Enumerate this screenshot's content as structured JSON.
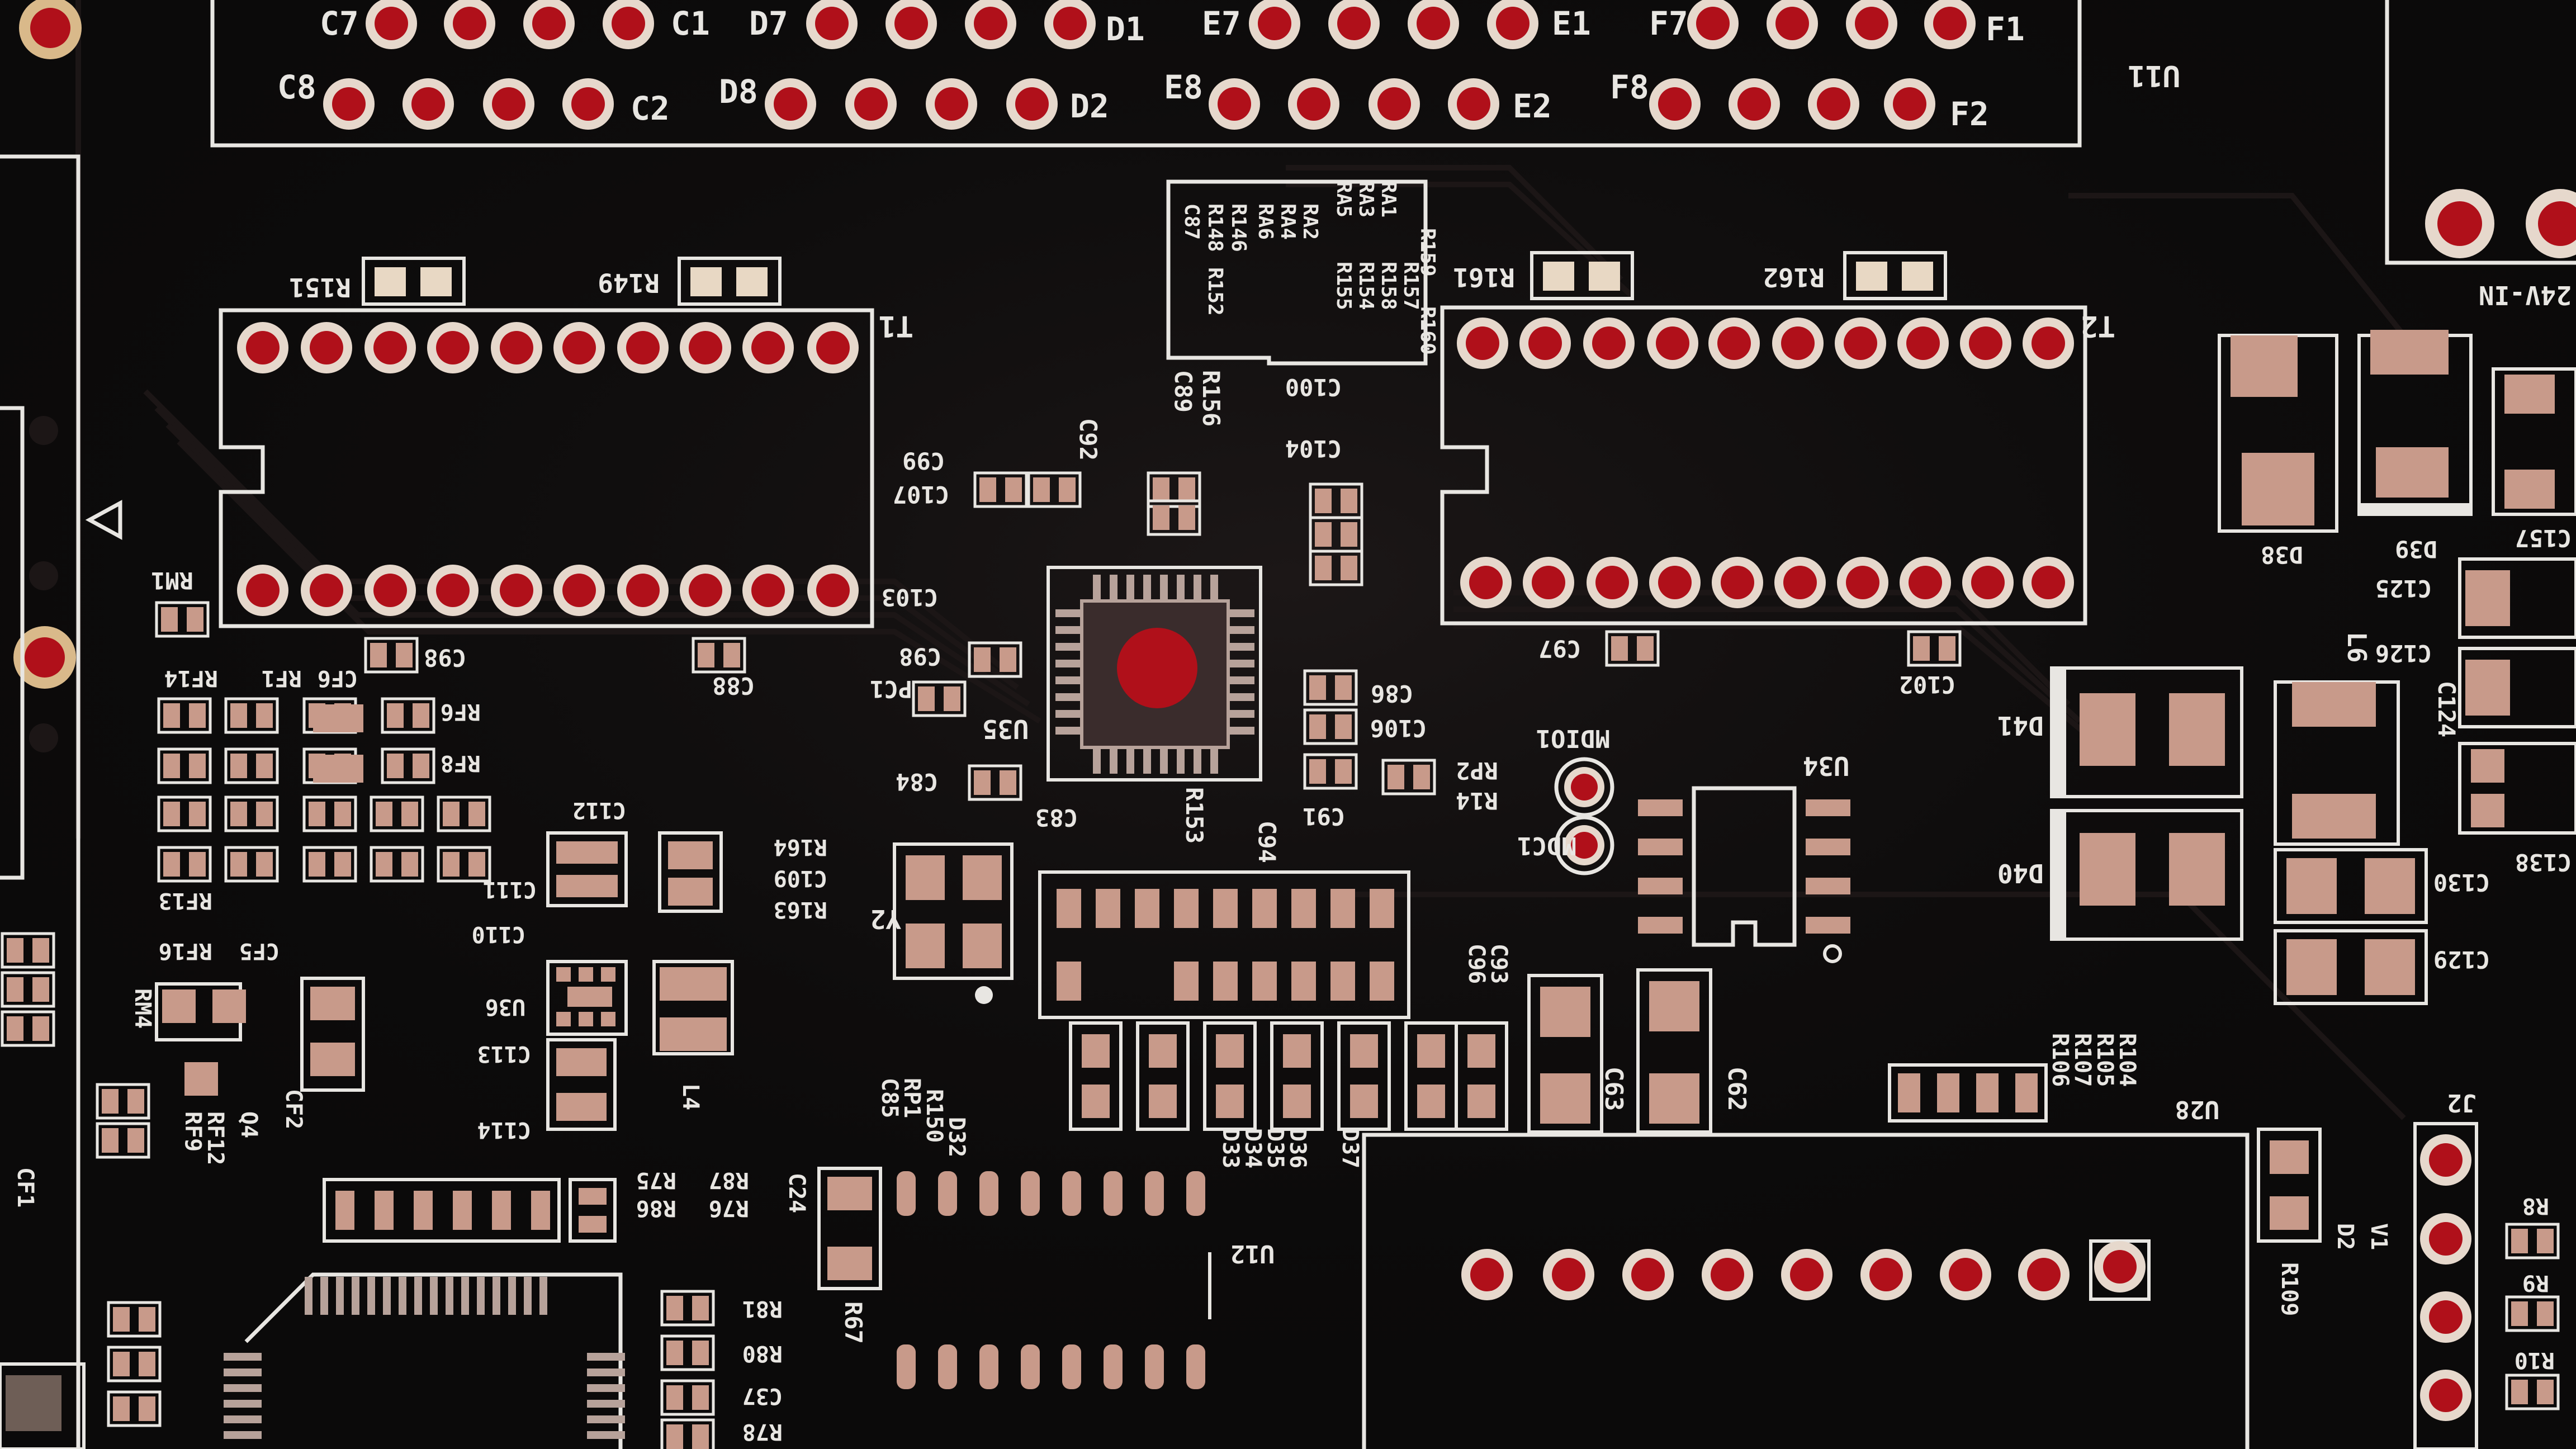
{
  "image": {
    "subject": "printed-circuit-board",
    "solder_mask_color": "#0b0a0a",
    "silkscreen_color": "#e8e6e2",
    "pad_color": "#c89a8a",
    "drill_color": "#b0101a"
  },
  "header_labels": {
    "c7": "C7",
    "c1": "C1",
    "d7": "D7",
    "d1": "D1",
    "e7": "E7",
    "e1": "E1",
    "f7": "F7",
    "f1": "F1",
    "c8": "C8",
    "c2": "C2",
    "d8": "D8",
    "d2": "D2",
    "e8": "E8",
    "e2": "E2",
    "f8": "F8",
    "f2": "F2"
  },
  "component_labels": {
    "t1": "T1",
    "t2": "T2",
    "r151": "R151",
    "r149": "R149",
    "r161": "R161",
    "r162": "R162",
    "c98_left": "C98",
    "c88": "C88",
    "c97": "C97",
    "c102": "C102",
    "u35": "U35",
    "u34": "U34",
    "u36": "U36",
    "u12": "U12",
    "y2": "Y2",
    "l4": "L4",
    "l6": "L6",
    "d38": "D38",
    "d39": "D39",
    "d40": "D40",
    "d41": "D41",
    "c62": "C62",
    "c63": "C63",
    "c125": "C125",
    "c126": "C126",
    "c129": "C129",
    "c130": "C130",
    "mdio1": "MDIO1",
    "mdc1": "MDC1",
    "rp1": "RP1",
    "rp2": "RP2",
    "r14": "R14",
    "pc1": "PC1",
    "j2": "J2",
    "v1": "V1",
    "d2": "D2",
    "r109": "R109",
    "u28": "U28",
    "r67": "R67",
    "r8": "R8",
    "r9": "R9",
    "r10": "R10",
    "rm1": "RM1",
    "rf6": "RF6",
    "rf8": "RF8",
    "c110": "C110",
    "c113": "C113",
    "c114": "C114",
    "r164": "R164",
    "r163": "R163",
    "c109": "C109",
    "c112": "C112",
    "cf2": "CF2",
    "r153": "R153",
    "c94": "C94",
    "c91": "C91",
    "c86": "C86",
    "c106": "C106",
    "c84": "C84",
    "c83": "C83",
    "c92": "C92",
    "c99": "C99",
    "c107": "C107",
    "c103": "C103",
    "r156": "R156",
    "c89": "C89",
    "r152": "R152",
    "c87": "C87",
    "c100": "C100",
    "c104": "C104",
    "c93": "C93",
    "c96": "C96",
    "r104": "R104",
    "r105": "R105",
    "r107": "R107",
    "r106": "R106",
    "r80": "R80",
    "r81": "R81",
    "r78": "R78",
    "c37": "C37",
    "r75": "R75",
    "r76": "R76",
    "r86": "R86",
    "r87": "R87",
    "c24": "C24",
    "rf9": "RF9",
    "rf12": "RF12",
    "q4": "Q4",
    "rm4": "RM4",
    "cf1": "CF1",
    "d32": "D32",
    "d33": "D33",
    "d34": "D34",
    "d35": "D35",
    "d36": "D36",
    "d37": "D37",
    "r150": "R150",
    "c85": "C85",
    "c157": "C157",
    "rf13": "RF13",
    "rf16": "RF16",
    "rf14": "RF14",
    "cf6": "CF6",
    "cf5": "CF5",
    "rf1": "RF1",
    "c124": "C124",
    "c138": "C138",
    "c111": "C111",
    "ra5": "RA5",
    "ra3": "RA3",
    "ra1": "RA1",
    "r148": "R148",
    "r146": "R146",
    "r155": "R155",
    "r154": "R154",
    "r158": "R158",
    "r157": "R157",
    "ra6": "RA6",
    "ra4": "RA4",
    "ra2": "RA2",
    "r159": "R159",
    "r160": "R160",
    "u11": "U11",
    "pwr_in": "24V-IN"
  }
}
